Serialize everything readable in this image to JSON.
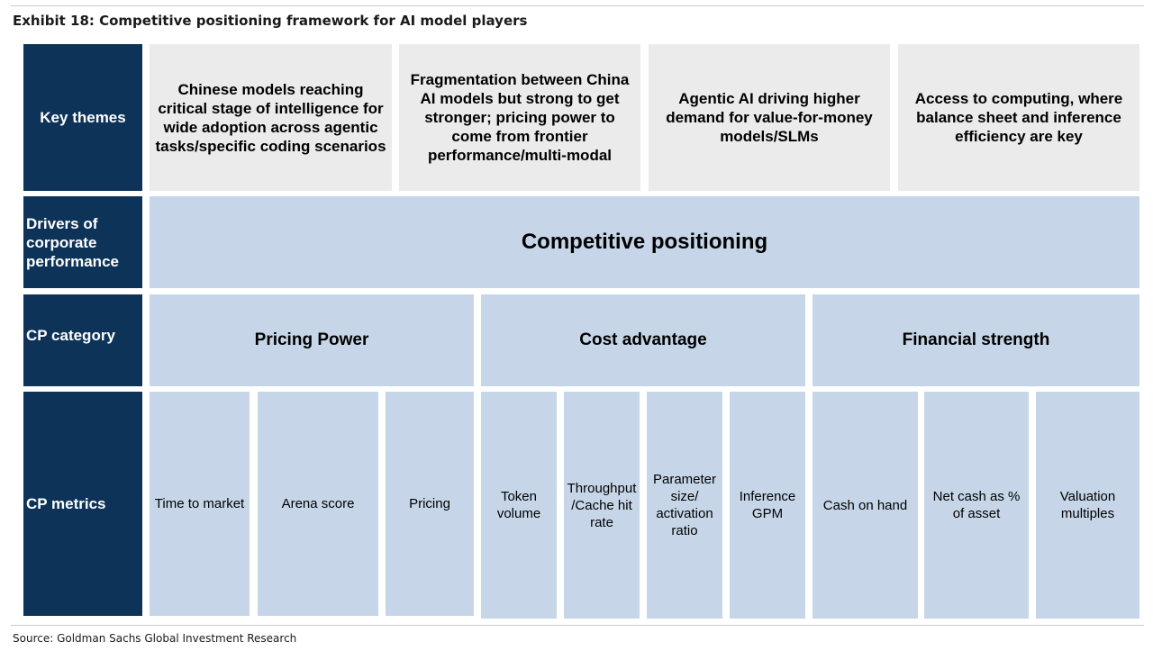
{
  "title": "Exhibit 18: Competitive positioning framework for AI model players",
  "source": "Source: Goldman Sachs Global Investment Research",
  "row_headers": {
    "key_themes": "Key themes",
    "drivers": "Drivers of\ncorporate\nperformance",
    "cp_category": "CP category",
    "cp_metrics": "CP metrics"
  },
  "themes": [
    "Chinese models reaching\ncritical stage of intelligence for\nwide adoption across agentic\ntasks/specific coding scenarios",
    "Fragmentation between China\nAI models but strong to get\nstronger; pricing power to\ncome from frontier\nperformance/multi-modal",
    "Agentic AI driving higher\ndemand for value-for-money\nmodels/SLMs",
    "Access to computing, where\nbalance sheet and inference\nefficiency are key"
  ],
  "driver": "Competitive positioning",
  "categories": [
    "Pricing Power",
    "Cost advantage",
    "Financial strength"
  ],
  "metrics": [
    "Time to market",
    "Arena score",
    "Pricing",
    "Token\nvolume",
    "Throughput\n/Cache hit\nrate",
    "Parameter\nsize/\nactivation\nratio",
    "Inference\nGPM",
    "Cash on hand",
    "Net cash as %\nof asset",
    "Valuation\nmultiples"
  ],
  "colors": {
    "header_navy": "#0e3359",
    "theme_gray": "#ebebeb",
    "cell_blue": "#c6d6e8"
  }
}
